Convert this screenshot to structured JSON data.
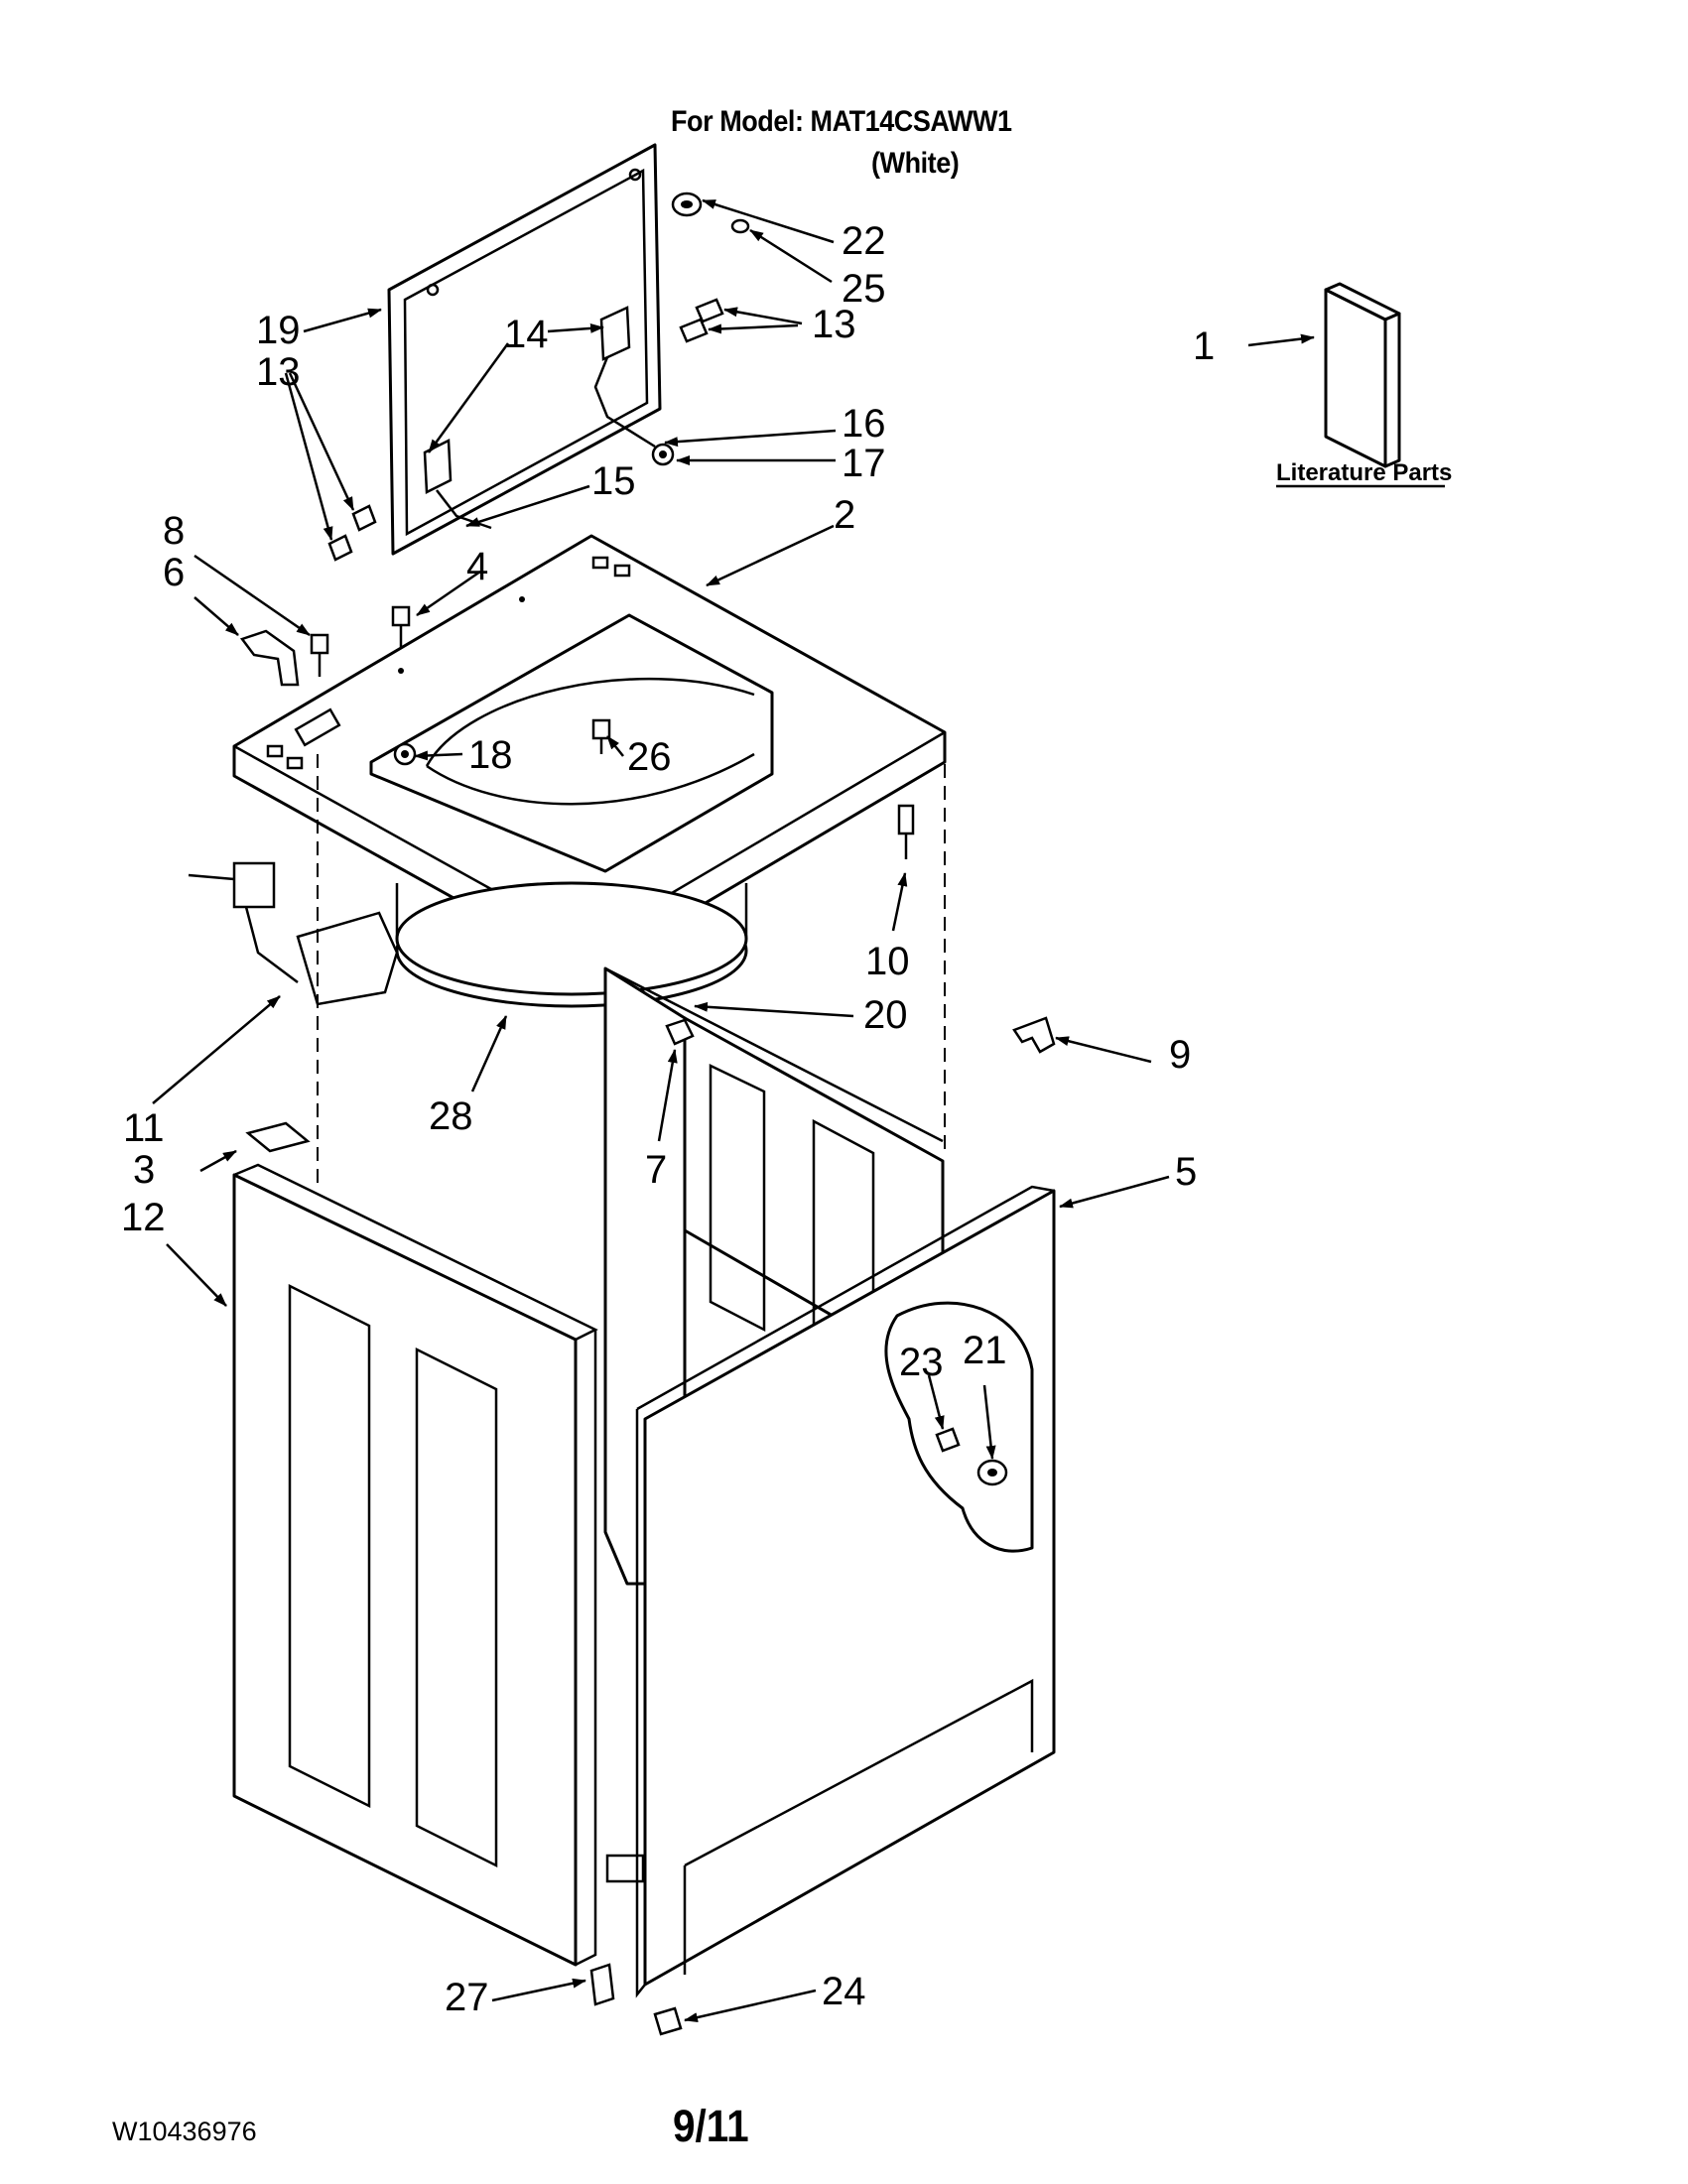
{
  "header": {
    "model_line": "For Model: MAT14CSAWW1",
    "color_line": "(White)"
  },
  "literature_label": "Literature Parts",
  "callouts": [
    {
      "id": "c1",
      "text": "1"
    },
    {
      "id": "c2",
      "text": "2"
    },
    {
      "id": "c3",
      "text": "3"
    },
    {
      "id": "c4",
      "text": "4"
    },
    {
      "id": "c5",
      "text": "5"
    },
    {
      "id": "c6",
      "text": "6"
    },
    {
      "id": "c7",
      "text": "7"
    },
    {
      "id": "c8",
      "text": "8"
    },
    {
      "id": "c9",
      "text": "9"
    },
    {
      "id": "c10",
      "text": "10"
    },
    {
      "id": "c11",
      "text": "11"
    },
    {
      "id": "c12",
      "text": "12"
    },
    {
      "id": "c13a",
      "text": "13"
    },
    {
      "id": "c13b",
      "text": "13"
    },
    {
      "id": "c14",
      "text": "14"
    },
    {
      "id": "c15",
      "text": "15"
    },
    {
      "id": "c16",
      "text": "16"
    },
    {
      "id": "c17",
      "text": "17"
    },
    {
      "id": "c18",
      "text": "18"
    },
    {
      "id": "c19",
      "text": "19"
    },
    {
      "id": "c20",
      "text": "20"
    },
    {
      "id": "c21",
      "text": "21"
    },
    {
      "id": "c22",
      "text": "22"
    },
    {
      "id": "c23",
      "text": "23"
    },
    {
      "id": "c24",
      "text": "24"
    },
    {
      "id": "c25",
      "text": "25"
    },
    {
      "id": "c26",
      "text": "26"
    },
    {
      "id": "c27",
      "text": "27"
    },
    {
      "id": "c28",
      "text": "28"
    }
  ],
  "footer": {
    "doc_code": "W10436976",
    "page": "9/11"
  }
}
